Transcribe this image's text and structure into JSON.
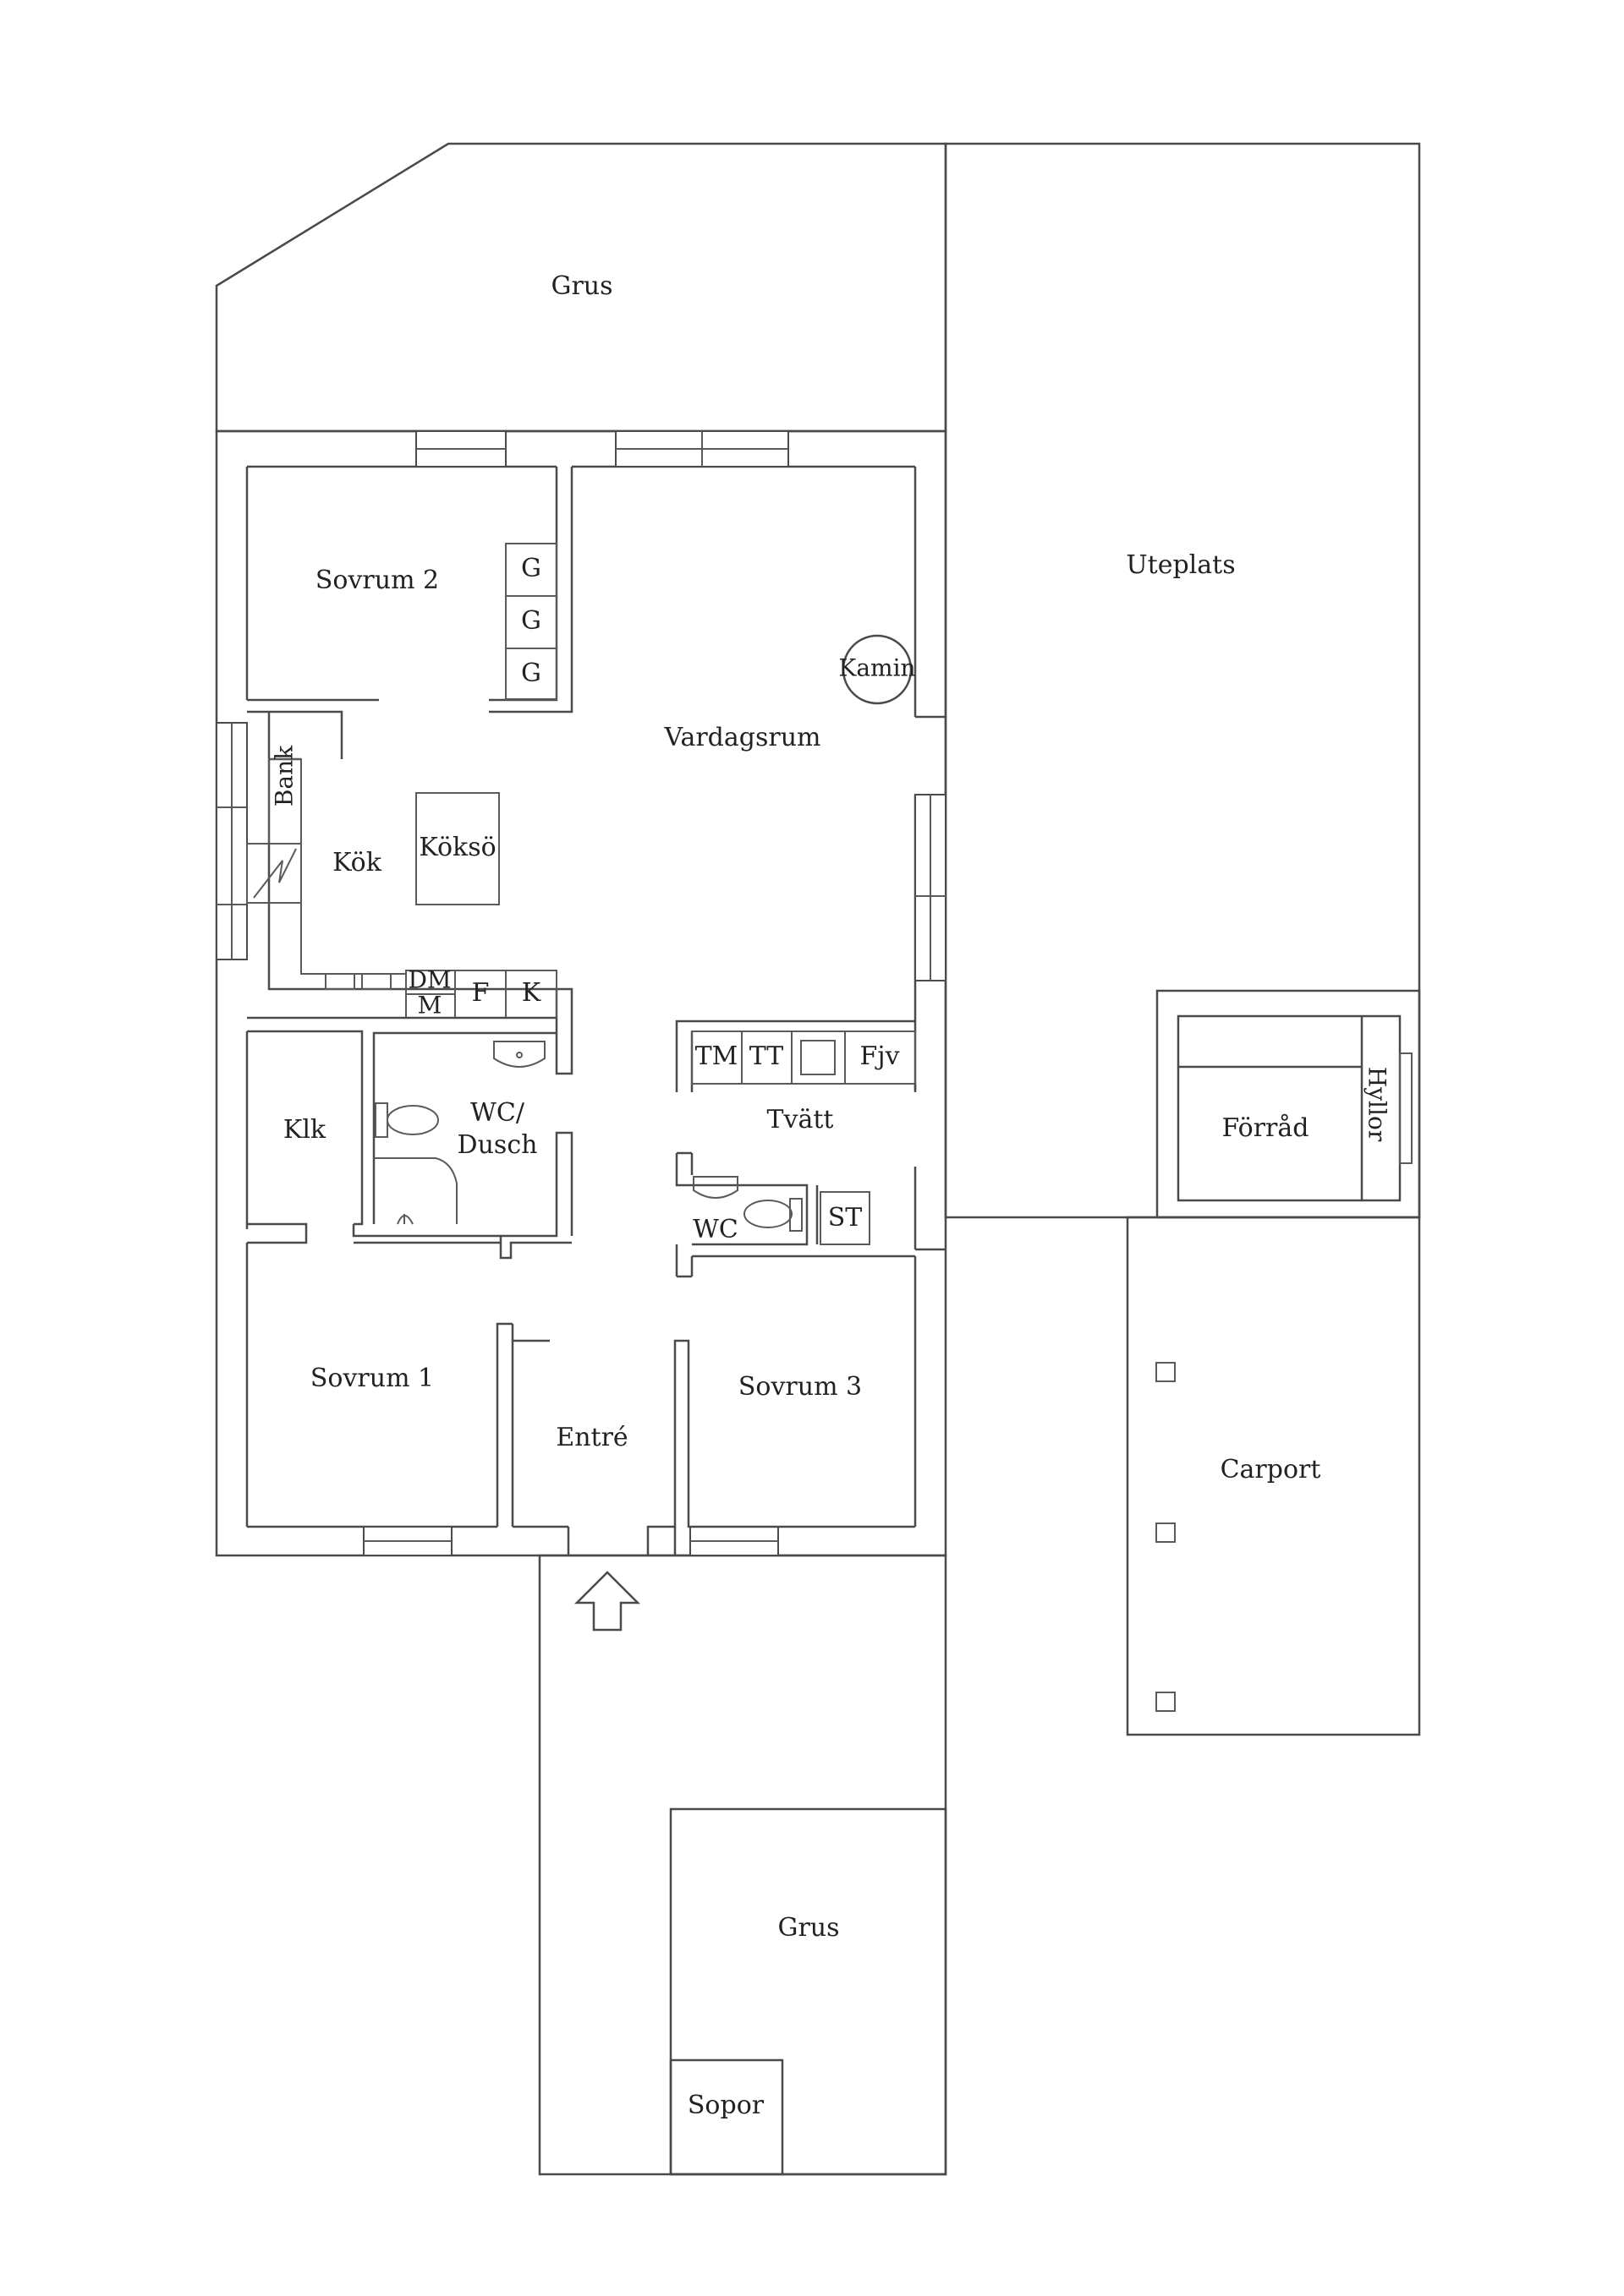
{
  "plan": {
    "outdoor": {
      "grus_top": "Grus",
      "uteplats": "Uteplats",
      "carport": "Carport",
      "grus_bottom": "Grus",
      "sopor": "Sopor"
    },
    "rooms": {
      "sovrum2": "Sovrum 2",
      "vardagsrum": "Vardagsrum",
      "kok": "Kök",
      "kokso": "Köksö",
      "bank": "Bank",
      "klk": "Klk",
      "wc_dusch_line1": "WC/",
      "wc_dusch_line2": "Dusch",
      "tvatt": "Tvätt",
      "wc": "WC",
      "sovrum1": "Sovrum 1",
      "entre": "Entré",
      "sovrum3": "Sovrum 3",
      "forrad": "Förråd",
      "hyllor": "Hyllor"
    },
    "fixtures": {
      "wardrobe": [
        "G",
        "G",
        "G"
      ],
      "kamin": "Kamin",
      "dm": "DM",
      "m": "M",
      "f": "F",
      "k": "K",
      "tm": "TM",
      "tt": "TT",
      "fjv": "Fjv",
      "st": "ST"
    },
    "colors": {
      "lines": "#4a4a4a",
      "text": "#222222",
      "background": "#ffffff"
    }
  }
}
